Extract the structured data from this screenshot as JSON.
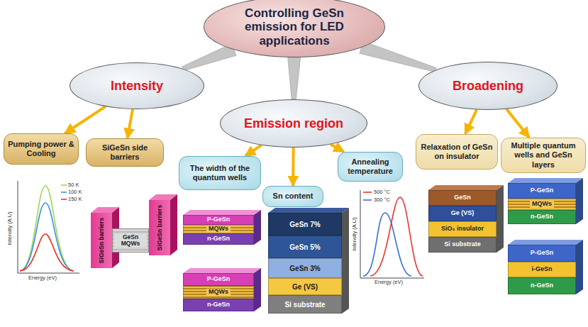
{
  "diagram": {
    "nodes": [
      {
        "text": [
          "Controlling GeSn emission for LED applications"
        ]
      },
      {
        "text": [
          "Intensity"
        ]
      },
      {
        "text": [
          "Emission region"
        ]
      },
      {
        "text": [
          "Broadening"
        ]
      },
      {
        "text": [
          "Pumping power & Cooling"
        ]
      },
      {
        "text": [
          "SiGeSn side barriers"
        ]
      },
      {
        "text": [
          "The width of the quantum wells"
        ]
      },
      {
        "text": [
          "Sn content"
        ]
      },
      {
        "text": [
          "Annealing temperature"
        ]
      },
      {
        "text": [
          "Relaxation of GeSn on insulator"
        ]
      },
      {
        "text": [
          "Multiple quantum wells and GeSn layers"
        ]
      },
      {
        "text": [
          "SiGeSn barriers"
        ]
      },
      {
        "text": [
          "GeSn MQWs"
        ]
      },
      {
        "text": [
          "SiGeSn barriers"
        ]
      },
      {
        "text": [
          "P-GeSn"
        ]
      },
      {
        "text": [
          "MQWs"
        ]
      },
      {
        "text": [
          "n-GeSn"
        ]
      },
      {
        "text": [
          "P-GeSn"
        ]
      },
      {
        "text": [
          "MQWs"
        ]
      },
      {
        "text": [
          "n-GeSn"
        ]
      },
      {
        "text": [
          "GeSn 7%"
        ]
      },
      {
        "text": [
          "GeSn 5%"
        ]
      },
      {
        "text": [
          "GeSn 3%"
        ]
      },
      {
        "text": [
          "Ge (VS)"
        ]
      },
      {
        "text": [
          "Si substrate"
        ]
      },
      {
        "text": [
          "GeSn"
        ]
      },
      {
        "text": [
          "Ge (VS)"
        ]
      },
      {
        "text": [
          "SiO₂ insulator"
        ]
      },
      {
        "text": [
          "Si substrate"
        ]
      },
      {
        "text": [
          "P-GeSn"
        ]
      },
      {
        "text": [
          "MQWs"
        ]
      },
      {
        "text": [
          "n-GeSn"
        ]
      },
      {
        "text": [
          "P-GeSn"
        ]
      },
      {
        "text": [
          "i-GeSn"
        ]
      },
      {
        "text": [
          "n-GeSn"
        ]
      }
    ],
    "edges": [
      {
        "from": 0,
        "to": 1,
        "arrow": "none"
      },
      {
        "from": 0,
        "to": 2,
        "arrow": "none"
      },
      {
        "from": 0,
        "to": 3,
        "arrow": "none"
      },
      {
        "from": 1,
        "to": 4,
        "arrow": "to"
      },
      {
        "from": 1,
        "to": 5,
        "arrow": "to"
      },
      {
        "from": 2,
        "to": 6,
        "arrow": "to"
      },
      {
        "from": 2,
        "to": 7,
        "arrow": "to"
      },
      {
        "from": 2,
        "to": 8,
        "arrow": "to"
      },
      {
        "from": 3,
        "to": 9,
        "arrow": "to"
      },
      {
        "from": 3,
        "to": 10,
        "arrow": "to"
      }
    ],
    "labels": [
      "50 K",
      "100 K",
      "150 K",
      "Intensity (A.U)",
      "Energy (eV)",
      "500 °C",
      "300 °C",
      "Intensity (A.U)",
      "Energy (eV)"
    ]
  }
}
